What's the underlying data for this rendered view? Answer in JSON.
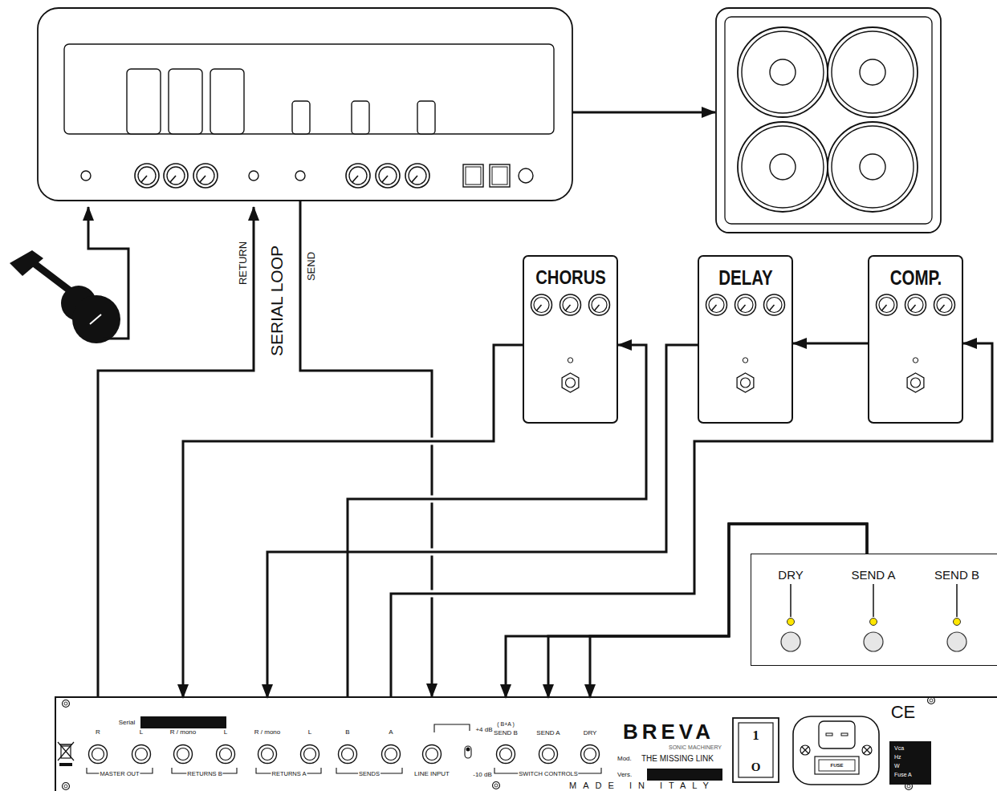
{
  "diagram": {
    "nodes": [
      {
        "text": [
          "CHORUS"
        ]
      },
      {
        "text": [
          "DELAY"
        ]
      },
      {
        "text": [
          "COMP."
        ]
      },
      {
        "text": [
          "DRY",
          "SEND A",
          "SEND B"
        ]
      },
      {
        "text": [
          "Serial",
          "MASTER OUT",
          "RETURNS B",
          "RETURNS A",
          "SENDS",
          "SWITCH CONTROLS",
          "BREVA",
          "SONIC MACHINERY",
          "Mod.",
          "THE MISSING LINK",
          "Vers.",
          "MADE IN ITALY"
        ]
      },
      {
        "text": [
          "R"
        ],
        "in": 4
      },
      {
        "text": [
          "L"
        ],
        "in": 4
      },
      {
        "text": [
          "R / mono"
        ],
        "in": 4
      },
      {
        "text": [
          "L"
        ],
        "in": 4
      },
      {
        "text": [
          "R / mono"
        ],
        "in": 4
      },
      {
        "text": [
          "L"
        ],
        "in": 4
      },
      {
        "text": [
          "B"
        ],
        "in": 4
      },
      {
        "text": [
          "A"
        ],
        "in": 4
      },
      {
        "text": [
          "LINE INPUT"
        ],
        "in": 4
      },
      {
        "text": [
          "( B+A )",
          "SEND B"
        ],
        "in": 4
      },
      {
        "text": [
          "SEND A"
        ],
        "in": 4
      },
      {
        "text": [
          "DRY"
        ],
        "in": 4
      }
    ],
    "edges": [
      {
        "from": 11,
        "to": 0,
        "arrow": "to"
      },
      {
        "from": 0,
        "to": 7,
        "arrow": "to"
      },
      {
        "from": 12,
        "to": 2,
        "arrow": "to"
      },
      {
        "from": 2,
        "to": 1,
        "arrow": "to"
      },
      {
        "from": 1,
        "to": 9,
        "arrow": "to"
      },
      {
        "from": 3,
        "to": 14,
        "arrow": "to"
      },
      {
        "from": 3,
        "to": 15,
        "arrow": "to"
      },
      {
        "from": 3,
        "to": 16,
        "arrow": "to"
      }
    ],
    "labels": [
      "RETURN",
      "SERIAL LOOP",
      "SEND",
      "+4 dB",
      "-10 dB",
      "1",
      "O",
      "FUSE",
      "CE",
      "Vca",
      "Hz",
      "W",
      "Fuse A"
    ]
  }
}
